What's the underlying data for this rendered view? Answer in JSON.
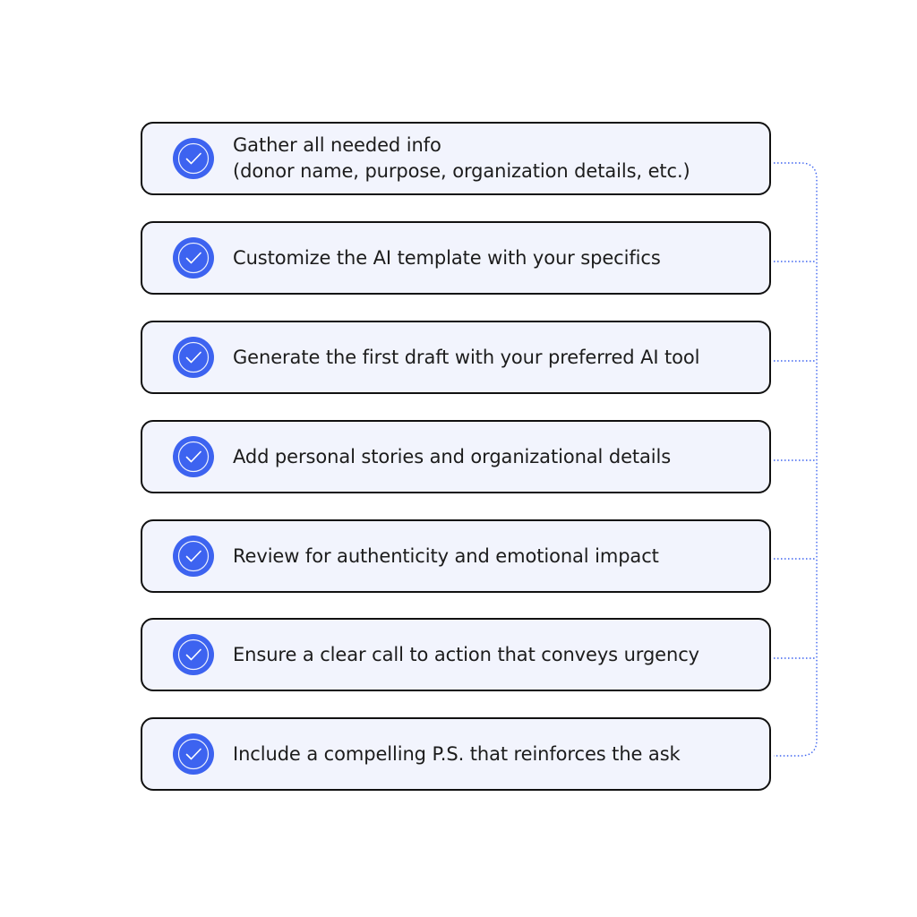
{
  "steps": [
    {
      "lines": [
        "Gather all needed info",
        "(donor name, purpose, organization details, etc.)"
      ]
    },
    {
      "lines": [
        "Customize the AI template with your specifics"
      ]
    },
    {
      "lines": [
        "Generate the first draft with your preferred AI tool"
      ]
    },
    {
      "lines": [
        "Add personal stories and organizational details"
      ]
    },
    {
      "lines": [
        "Review for authenticity and emotional impact"
      ]
    },
    {
      "lines": [
        "Ensure a clear call to action that conveys urgency"
      ]
    },
    {
      "lines": [
        "Include a compelling P.S. that reinforces the ask"
      ]
    }
  ],
  "colors": {
    "accent": "#3d63f0",
    "card_fill": "#f2f4fd",
    "card_border": "#111111",
    "text": "#1c1c1c",
    "connector": "#3d63f0"
  },
  "icons": {
    "step_icon": "check-circle-icon"
  }
}
